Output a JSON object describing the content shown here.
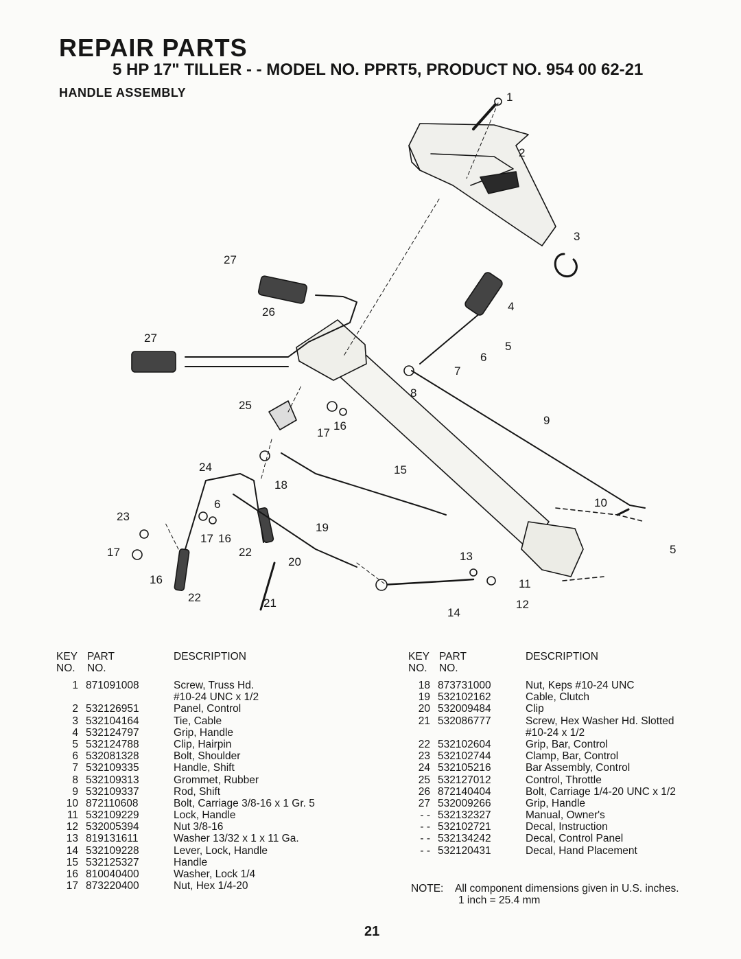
{
  "header": {
    "title": "REPAIR PARTS",
    "subtitle": "5 HP 17\" TILLER - - MODEL NO. PPRT5, PRODUCT NO. 954 00 62-21",
    "section": "HANDLE ASSEMBLY"
  },
  "diagram": {
    "callouts": [
      "1",
      "2",
      "3",
      "4",
      "5",
      "6",
      "7",
      "8",
      "9",
      "10",
      "5",
      "27",
      "26",
      "27",
      "25",
      "17",
      "16",
      "15",
      "24",
      "18",
      "23",
      "6",
      "17",
      "16",
      "19",
      "17",
      "16",
      "22",
      "20",
      "13",
      "11",
      "22",
      "21",
      "14",
      "12"
    ]
  },
  "table_headers": {
    "key": "KEY",
    "no": "NO.",
    "part": "PART",
    "part_no": "NO.",
    "description": "DESCRIPTION"
  },
  "parts_left": [
    {
      "key": "1",
      "part": "871091008",
      "desc": "Screw, Truss Hd."
    },
    {
      "key": "",
      "part": "",
      "desc": "#10-24 UNC x 1/2"
    },
    {
      "key": "2",
      "part": "532126951",
      "desc": "Panel, Control"
    },
    {
      "key": "3",
      "part": "532104164",
      "desc": "Tie, Cable"
    },
    {
      "key": "4",
      "part": "532124797",
      "desc": "Grip, Handle"
    },
    {
      "key": "5",
      "part": "532124788",
      "desc": "Clip, Hairpin"
    },
    {
      "key": "6",
      "part": "532081328",
      "desc": "Bolt, Shoulder"
    },
    {
      "key": "7",
      "part": "532109335",
      "desc": "Handle, Shift"
    },
    {
      "key": "8",
      "part": "532109313",
      "desc": "Grommet, Rubber"
    },
    {
      "key": "9",
      "part": "532109337",
      "desc": "Rod, Shift"
    },
    {
      "key": "10",
      "part": "872110608",
      "desc": "Bolt, Carriage  3/8-16 x 1 Gr. 5"
    },
    {
      "key": "11",
      "part": "532109229",
      "desc": "Lock, Handle"
    },
    {
      "key": "12",
      "part": "532005394",
      "desc": "Nut  3/8-16"
    },
    {
      "key": "13",
      "part": "819131611",
      "desc": "Washer  13/32 x 1 x 11 Ga."
    },
    {
      "key": "14",
      "part": "532109228",
      "desc": "Lever, Lock, Handle"
    },
    {
      "key": "15",
      "part": "532125327",
      "desc": "Handle"
    },
    {
      "key": "16",
      "part": "810040400",
      "desc": "Washer, Lock  1/4"
    },
    {
      "key": "17",
      "part": "873220400",
      "desc": "Nut, Hex  1/4-20"
    }
  ],
  "parts_right": [
    {
      "key": "18",
      "part": "873731000",
      "desc": "Nut, Keps  #10-24 UNC"
    },
    {
      "key": "19",
      "part": "532102162",
      "desc": "Cable, Clutch"
    },
    {
      "key": "20",
      "part": "532009484",
      "desc": "Clip"
    },
    {
      "key": "21",
      "part": "532086777",
      "desc": "Screw, Hex Washer Hd. Slotted"
    },
    {
      "key": "",
      "part": "",
      "desc": "#10-24 x 1/2"
    },
    {
      "key": "22",
      "part": "532102604",
      "desc": "Grip, Bar, Control"
    },
    {
      "key": "23",
      "part": "532102744",
      "desc": "Clamp, Bar, Control"
    },
    {
      "key": "24",
      "part": "532105216",
      "desc": "Bar Assembly, Control"
    },
    {
      "key": "25",
      "part": "532127012",
      "desc": "Control, Throttle"
    },
    {
      "key": "26",
      "part": "872140404",
      "desc": "Bolt, Carriage  1/4-20 UNC x 1/2"
    },
    {
      "key": "27",
      "part": "532009266",
      "desc": "Grip, Handle"
    },
    {
      "key": "- -",
      "part": "532132327",
      "desc": "Manual, Owner's"
    },
    {
      "key": "- -",
      "part": "532102721",
      "desc": "Decal, Instruction"
    },
    {
      "key": "- -",
      "part": "532134242",
      "desc": "Decal, Control Panel"
    },
    {
      "key": "- -",
      "part": "532120431",
      "desc": "Decal, Hand Placement"
    }
  ],
  "note": {
    "label": "NOTE:",
    "line1": "All component dimensions given in U.S. inches.",
    "line2": "1 inch = 25.4 mm"
  },
  "page_number": "21"
}
